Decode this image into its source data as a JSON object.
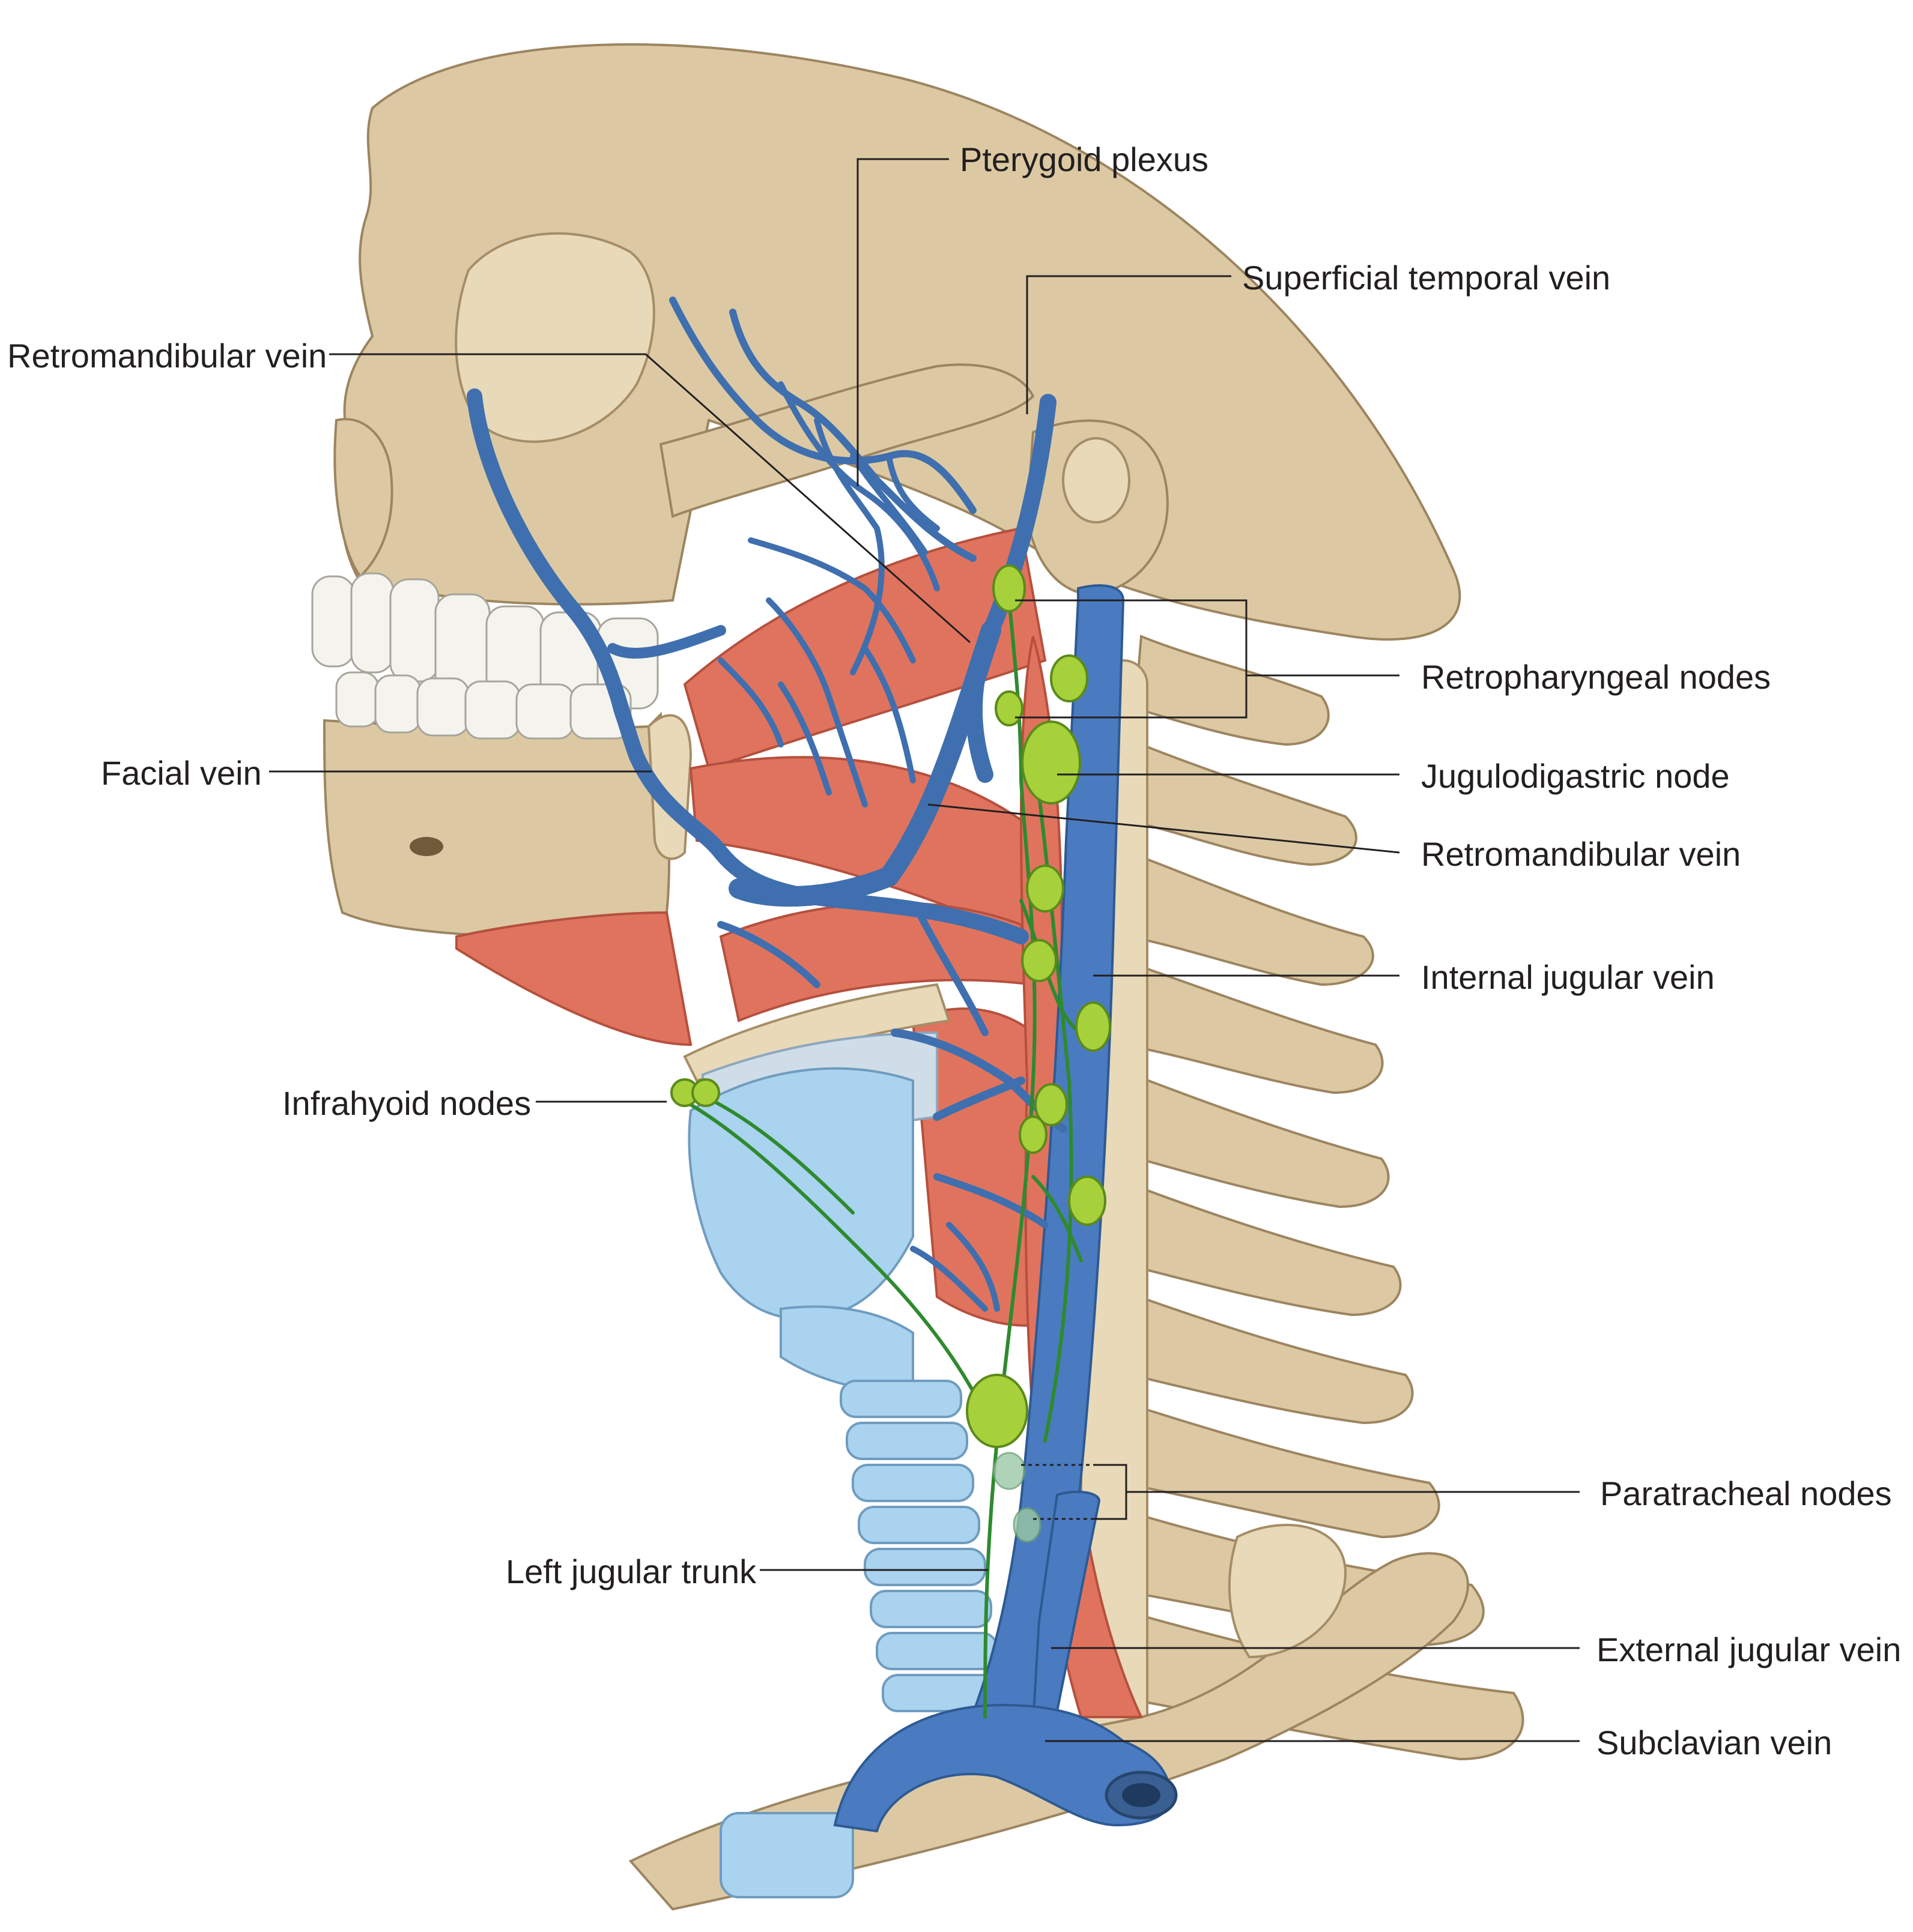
{
  "labels": {
    "pterygoid_plexus": "Pterygoid plexus",
    "superficial_temporal_vein": "Superficial temporal vein",
    "retromandibular_vein_left": "Retromandibular vein",
    "retropharyngeal_nodes": "Retropharyngeal nodes",
    "facial_vein": "Facial vein",
    "jugulodigastric_node": "Jugulodigastric node",
    "retromandibular_vein_right": "Retromandibular vein",
    "internal_jugular_vein": "Internal jugular vein",
    "infrahyoid_nodes": "Infrahyoid nodes",
    "paratracheal_nodes": "Paratracheal nodes",
    "left_jugular_trunk": "Left jugular trunk",
    "external_jugular_vein": "External jugular vein",
    "subclavian_vein": "Subclavian vein"
  },
  "colors": {
    "bone": "#dcc9a3",
    "muscle": "#e0735e",
    "cartilage": "#a9d3ee",
    "vein": "#4a7bc0",
    "lymph_node": "#a6d13a",
    "lymph_vessel": "#2e8a2e"
  }
}
